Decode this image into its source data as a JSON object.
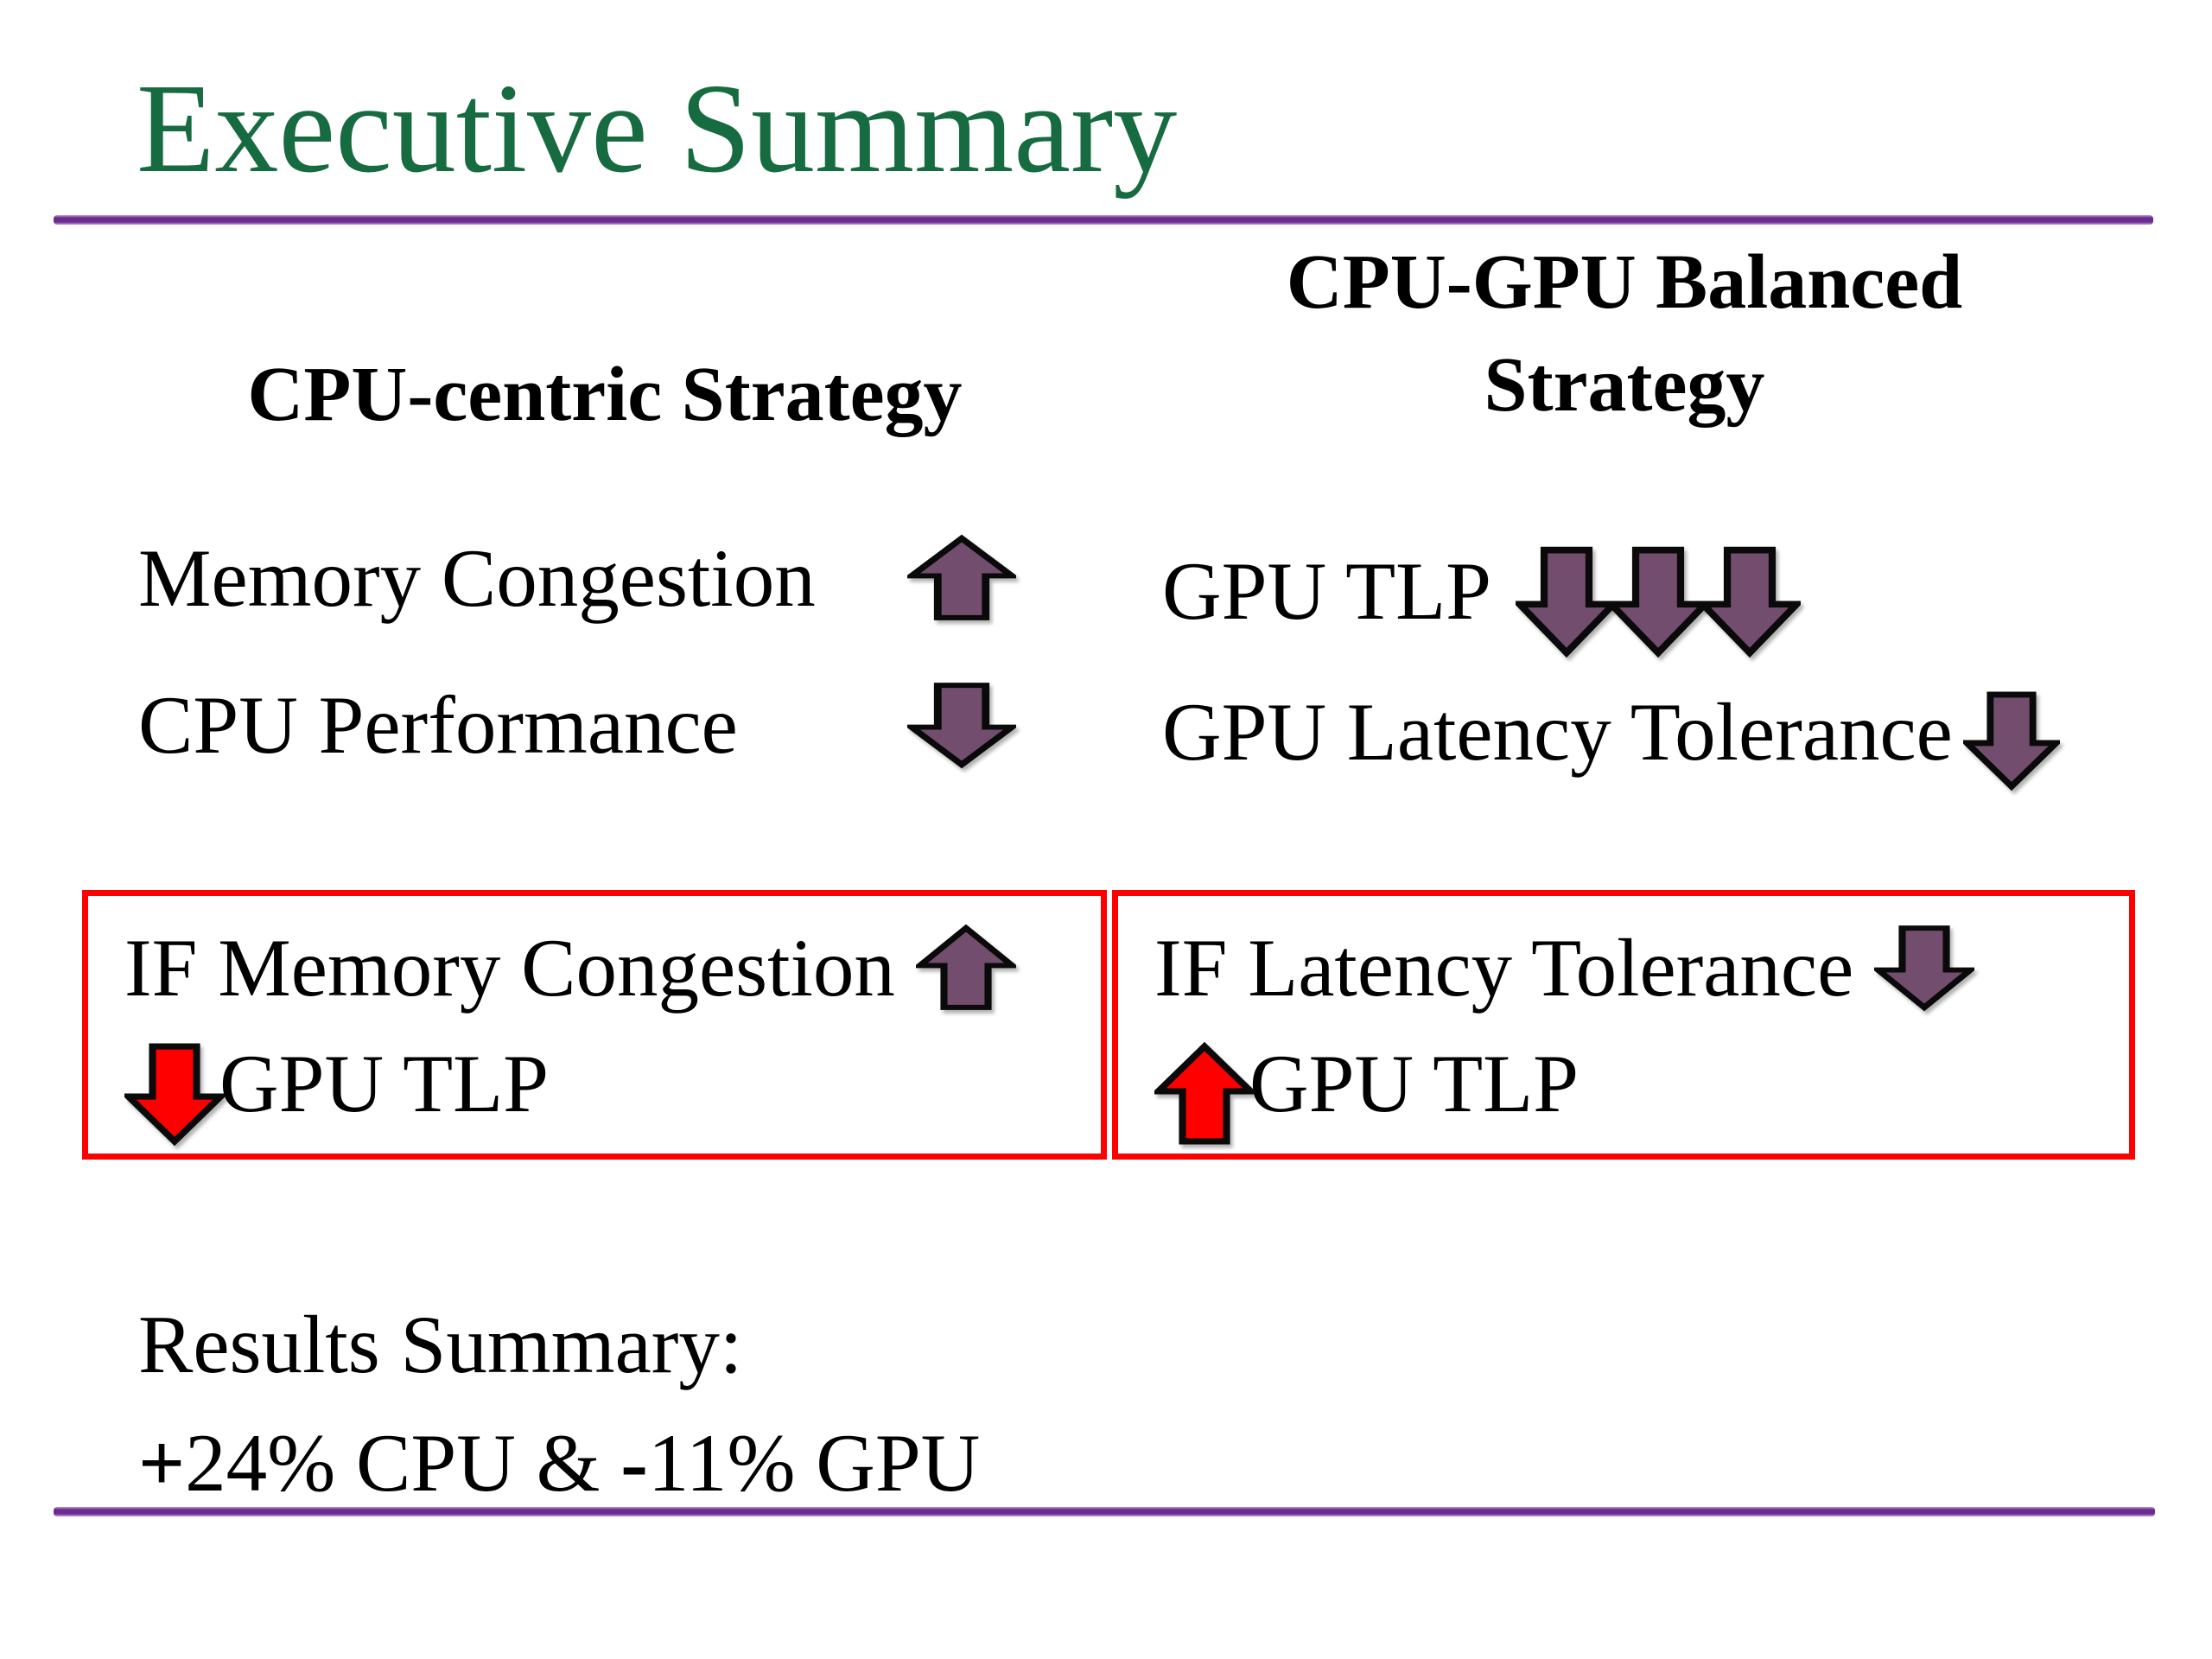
{
  "page": {
    "kind": "presentation-slide",
    "background": "#ffffff"
  },
  "title": {
    "text": "Executive Summary",
    "color": "#176b40"
  },
  "divider_rules": {
    "color_core": "#6a2c91",
    "color_edge": "#c39bd3",
    "positions": [
      "below-title",
      "bottom-of-slide"
    ]
  },
  "columns": {
    "left": {
      "header": "CPU-centric Strategy",
      "rows": [
        {
          "label": "Memory Congestion",
          "arrow_direction": "up",
          "arrow_color": "#734d6e",
          "arrow_count": 1
        },
        {
          "label": "CPU Performance",
          "arrow_direction": "down",
          "arrow_color": "#734d6e",
          "arrow_count": 1
        }
      ]
    },
    "right": {
      "header_line1": "CPU-GPU Balanced",
      "header_line2": "Strategy",
      "rows": [
        {
          "label": "GPU TLP",
          "arrow_direction": "down",
          "arrow_color": "#734d6e",
          "arrow_count": 3
        },
        {
          "label": "GPU Latency Tolerance",
          "arrow_direction": "down",
          "arrow_color": "#734d6e",
          "arrow_count": 1
        }
      ]
    }
  },
  "highlight_box": {
    "border_color": "#ff0000",
    "left_cell": {
      "condition": "IF Memory Congestion",
      "condition_arrow": {
        "direction": "up",
        "color": "#734d6e"
      },
      "consequence": "GPU TLP",
      "consequence_arrow": {
        "direction": "down",
        "color": "#ff0000"
      }
    },
    "right_cell": {
      "condition": "IF Latency Tolerance",
      "condition_arrow": {
        "direction": "down",
        "color": "#734d6e"
      },
      "consequence": "GPU TLP",
      "consequence_arrow": {
        "direction": "up",
        "color": "#ff0000"
      }
    }
  },
  "results": {
    "heading": "Results Summary:",
    "plus_sign": "+",
    "cpu_text": "24% CPU & ",
    "minus_sign": "-",
    "gpu_text": "11% GPU"
  },
  "icons": {
    "up_arrow_icon": "⬆",
    "down_arrow_icon": "⬇"
  },
  "colors": {
    "title_green": "#176b40",
    "arrow_purple": "#734d6e",
    "arrow_red": "#ff0000",
    "rule_purple": "#6a2c91",
    "box_border_red": "#ff0000",
    "text": "#000000"
  }
}
